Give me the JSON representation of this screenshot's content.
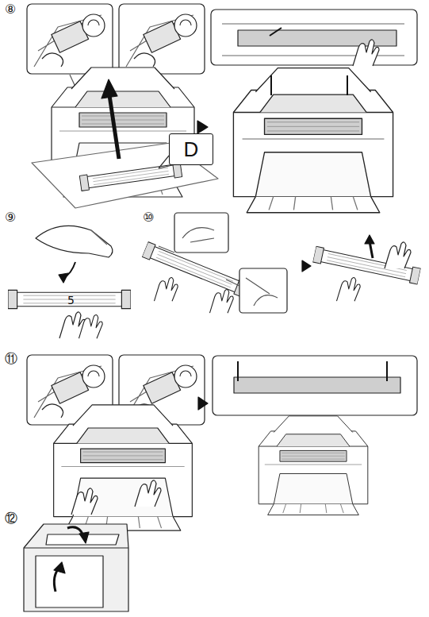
{
  "diagram": {
    "nodes": [
      {
        "text": [
          "D"
        ]
      }
    ],
    "labels": [
      "⑧",
      "⑨",
      "⑩",
      "⑪",
      "⑫",
      "5"
    ]
  }
}
